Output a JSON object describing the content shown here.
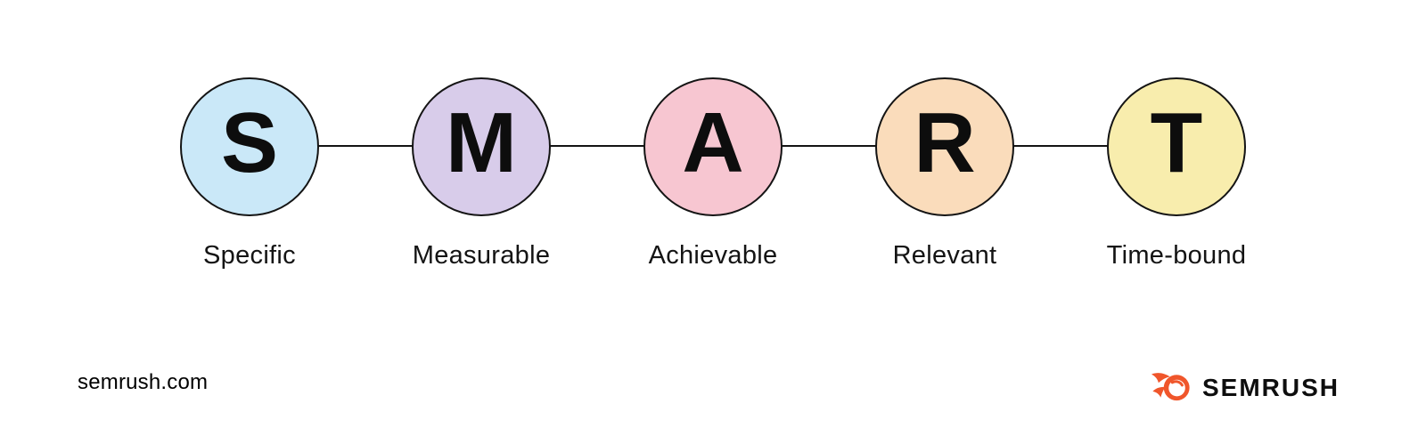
{
  "diagram": {
    "nodes": [
      {
        "letter": "S",
        "label": "Specific",
        "color": "#CAE8F8"
      },
      {
        "letter": "M",
        "label": "Measurable",
        "color": "#D8CCEA"
      },
      {
        "letter": "A",
        "label": "Achievable",
        "color": "#F7C6D1"
      },
      {
        "letter": "R",
        "label": "Relevant",
        "color": "#FADCBB"
      },
      {
        "letter": "T",
        "label": "Time-bound",
        "color": "#F8EDAD"
      }
    ],
    "connector_color": "#141414",
    "outline_color": "#141414",
    "letter_color": "#0d0d0d"
  },
  "footer": {
    "website": "semrush.com",
    "brand": {
      "wordmark": "SEMRUSH",
      "icon": "semrush-comet-icon",
      "accent_color": "#F0562B"
    }
  }
}
